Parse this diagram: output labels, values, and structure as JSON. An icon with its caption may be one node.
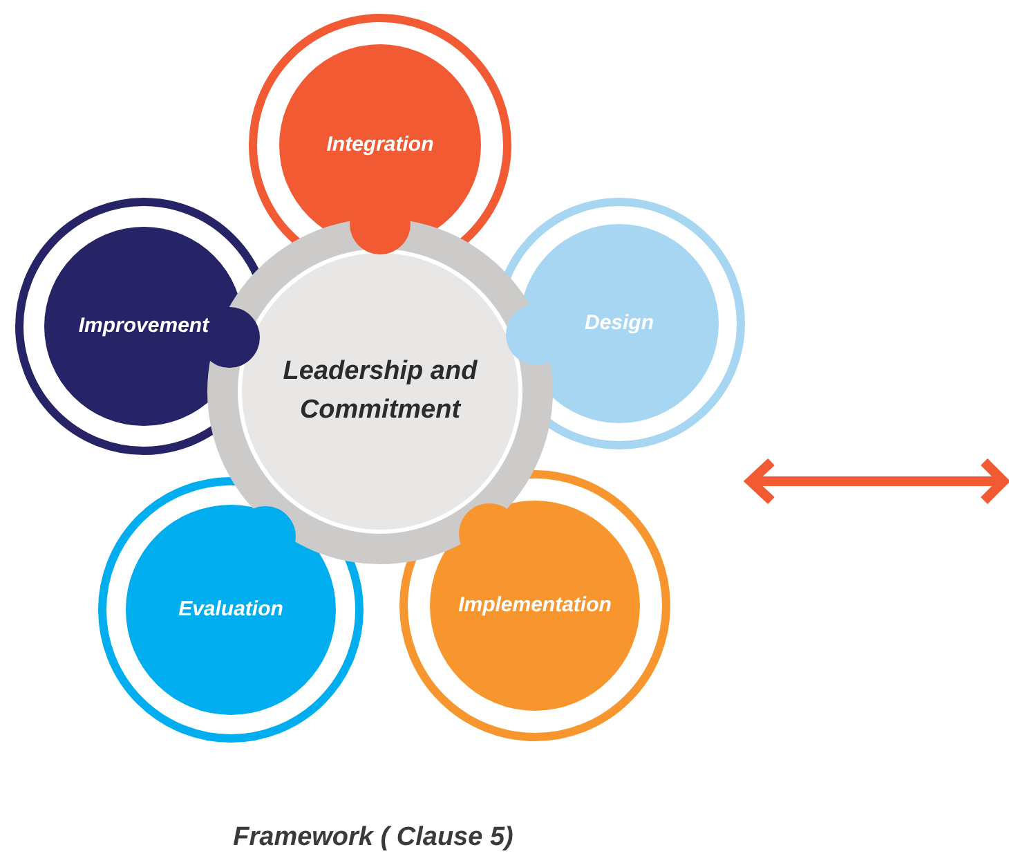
{
  "diagram": {
    "caption": "Framework ( Clause 5)",
    "nodes": [
      {
        "text": [
          "Integration"
        ]
      },
      {
        "text": [
          "Improvement"
        ]
      },
      {
        "text": [
          "Design"
        ]
      },
      {
        "text": [
          "Leadership and Commitment"
        ]
      },
      {
        "text": [
          "Evaluation"
        ]
      },
      {
        "text": [
          "Implementation"
        ]
      }
    ]
  }
}
